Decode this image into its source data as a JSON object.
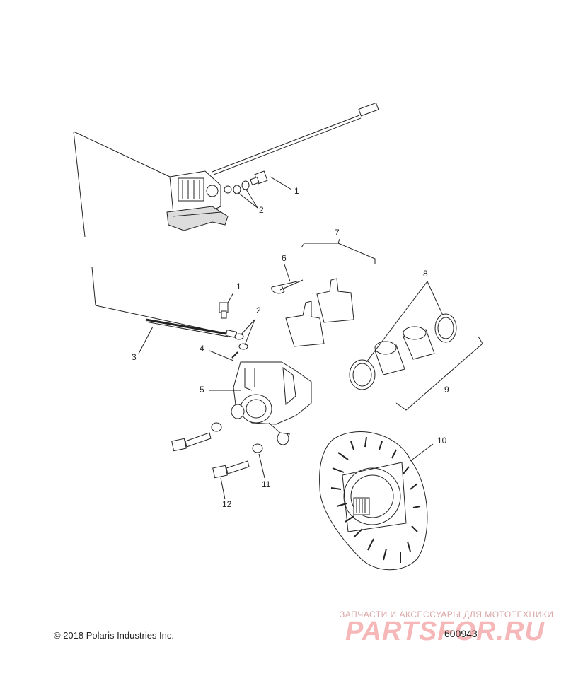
{
  "callouts": [
    {
      "id": "c1a",
      "label": "1"
    },
    {
      "id": "c2a",
      "label": "2"
    },
    {
      "id": "c7",
      "label": "7"
    },
    {
      "id": "c6",
      "label": "6"
    },
    {
      "id": "c8",
      "label": "8"
    },
    {
      "id": "c1b",
      "label": "1"
    },
    {
      "id": "c2b",
      "label": "2"
    },
    {
      "id": "c3",
      "label": "3"
    },
    {
      "id": "c4",
      "label": "4"
    },
    {
      "id": "c5",
      "label": "5"
    },
    {
      "id": "c9",
      "label": "9"
    },
    {
      "id": "c10",
      "label": "10"
    },
    {
      "id": "c11",
      "label": "11"
    },
    {
      "id": "c12",
      "label": "12"
    }
  ],
  "footer": {
    "copyright": "© 2018 Polaris Industries Inc.",
    "diagram_number": "600943"
  },
  "watermark": {
    "tagline": "ЗАПЧАСТИ И АКСЕССУАРЫ ДЛЯ МОТОТЕХНИКИ",
    "logo": "PARTSFOR.RU"
  },
  "colors": {
    "line": "#222222",
    "watermark": "#f2a0a0"
  }
}
